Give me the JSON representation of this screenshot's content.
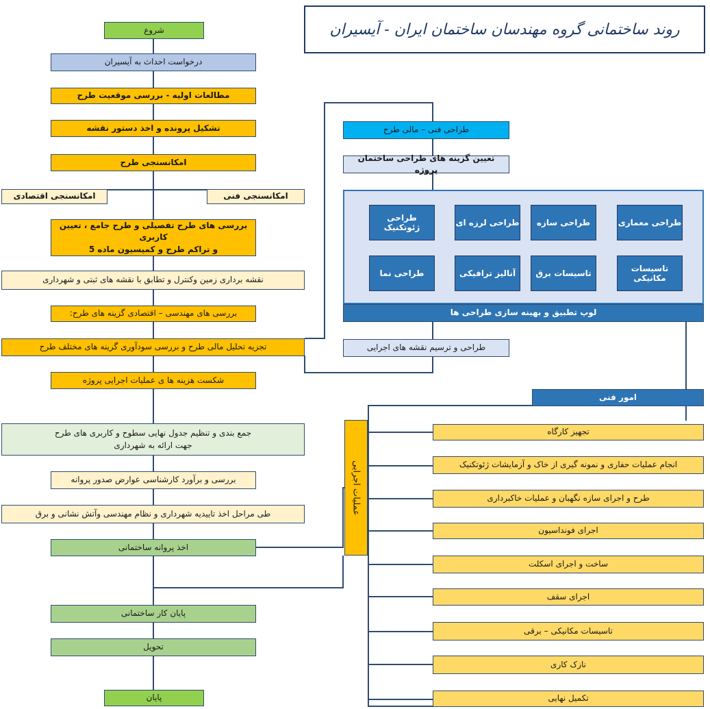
{
  "title": "روند ساختمانی گروه مهندسان ساختمان ایران - آیسیران",
  "left_flow": {
    "start": "شروع",
    "request": "درخواست احداث به آیسیران",
    "initial_studies": "مطالعات اولیه - بررسی موقعیت طرح",
    "file_formation": "تشکیل پرونده و اخذ دستور نقشه",
    "feasibility": "امکانسنجی طرح",
    "economic_feasibility": "امکانسنجی اقتصادی",
    "technical_feasibility": "امکانسنجی فنی",
    "detailed_review_line1": "بررسی های طرح تفصیلی و طرح جامع ، تعیین کاربری",
    "detailed_review_line2": "و تراکم طرح و کمیسیون ماده 5",
    "surveying": "نقشه برداری زمین وکنترل و تطابق با نقشه های ثبتی و شهرداری",
    "engineering_review": "بررسی های مهندسی – اقتصادی گزینه های طرح:",
    "financial_analysis": "تجزیه تحلیل مالی طرح و بررسی سودآوری گزینه های مختلف طرح",
    "cost_breakdown": "شکست هزینه ها ی عملیات اجرایی پروژه",
    "summary_line1": "جمع بندی و تنظیم جدول نهایی سطوح و کاربری های طرح",
    "summary_line2": "جهت ارائه به شهرداری",
    "permit_cost": "بررسی و برآورد کارشناسی عوارض صدور پروانه",
    "approvals": "طی مراحل اخذ تاییدیه شهرداری و نظام مهندسی وآتش نشانی و برق",
    "building_permit": "اخذ پروانه ساختمانی",
    "construction_end": "پایان کار ساختمانی",
    "delivery": "تحویل",
    "end": "پایان"
  },
  "design_flow": {
    "technical_financial_design": "طراحی فنی – مالی طرح",
    "design_options": "تعیین گزینه های طراحی ساختمان پروژه",
    "items": [
      "طراحی معماری",
      "طراحی سازه",
      "طراحی لرزه ای",
      "طراحی ژئوتکنیک",
      "تاسیسات مکانیکی",
      "تاسیسات برق",
      "آنالیز ترافیکی",
      "طراحی نما"
    ],
    "optimization_loop": "لوپ تطبیق و بهینه سازی طراحی ها",
    "execution_drawings": "طراحی و ترسیم نقشه های اجرایی"
  },
  "technical_affairs": {
    "header": "امور فنی",
    "side_label": "عملیات اجرایی",
    "steps": [
      "تجهیز کارگاه",
      "انجام عملیات حفاری و نمونه گیری از خاک و آزمایشات ژئوتکنیک",
      "طرح و اجرای سازه نگهبان و عملیات خاکبرداری",
      "اجرای فونداسیون",
      "ساخت و اجرای اسکلت",
      "اجرای سقف",
      "تاسیسات مکانیکی – برقی",
      "نازک کاری",
      "تکمیل نهایی"
    ]
  },
  "colors": {
    "start_end": "#92d050",
    "request": "#b4c7e7",
    "study": "#ffc000",
    "light_step": "#fff2cc",
    "design_header": "#00b0f0",
    "design_blue": "#2e75b6",
    "design_panel": "#dae3f3",
    "construction_step": "#ffd966",
    "connector": "#2f4b6e"
  }
}
